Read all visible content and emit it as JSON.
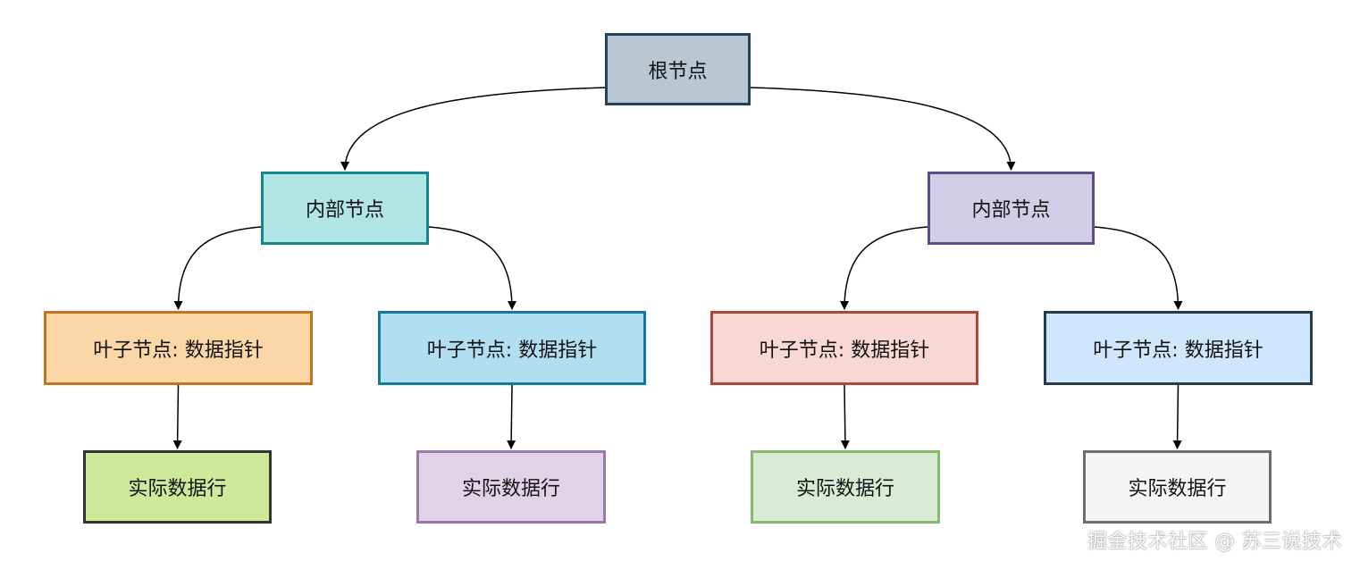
{
  "nodes": {
    "root": {
      "label": "根节点",
      "fill": "#b9c7d3",
      "border": "#24425a"
    },
    "internal_left": {
      "label": "内部节点",
      "fill": "#b1e5e5",
      "border": "#18858a"
    },
    "internal_right": {
      "label": "内部节点",
      "fill": "#d1cfe6",
      "border": "#5a4f86"
    },
    "leaf_1": {
      "label": "叶子节点: 数据指针",
      "fill": "#fbd7a8",
      "border": "#c4741f"
    },
    "leaf_2": {
      "label": "叶子节点: 数据指针",
      "fill": "#b1def0",
      "border": "#14799e"
    },
    "leaf_3": {
      "label": "叶子节点: 数据指针",
      "fill": "#f9d7d4",
      "border": "#b1453a"
    },
    "leaf_4": {
      "label": "叶子节点: 数据指针",
      "fill": "#cfe7fd",
      "border": "#2a3a48"
    },
    "row_1": {
      "label": "实际数据行",
      "fill": "#cfe99a",
      "border": "#333333"
    },
    "row_2": {
      "label": "实际数据行",
      "fill": "#e0d3e8",
      "border": "#9a77a9"
    },
    "row_3": {
      "label": "实际数据行",
      "fill": "#d9ebd4",
      "border": "#84b86e"
    },
    "row_4": {
      "label": "实际数据行",
      "fill": "#f5f5f5",
      "border": "#6d6d6d"
    }
  },
  "edges": [
    {
      "from": "root",
      "to": "internal_left"
    },
    {
      "from": "root",
      "to": "internal_right"
    },
    {
      "from": "internal_left",
      "to": "leaf_1"
    },
    {
      "from": "internal_left",
      "to": "leaf_2"
    },
    {
      "from": "internal_right",
      "to": "leaf_3"
    },
    {
      "from": "internal_right",
      "to": "leaf_4"
    },
    {
      "from": "leaf_1",
      "to": "row_1"
    },
    {
      "from": "leaf_2",
      "to": "row_2"
    },
    {
      "from": "leaf_3",
      "to": "row_3"
    },
    {
      "from": "leaf_4",
      "to": "row_4"
    }
  ],
  "watermark": "掘金技术社区 @ 苏三说技术"
}
